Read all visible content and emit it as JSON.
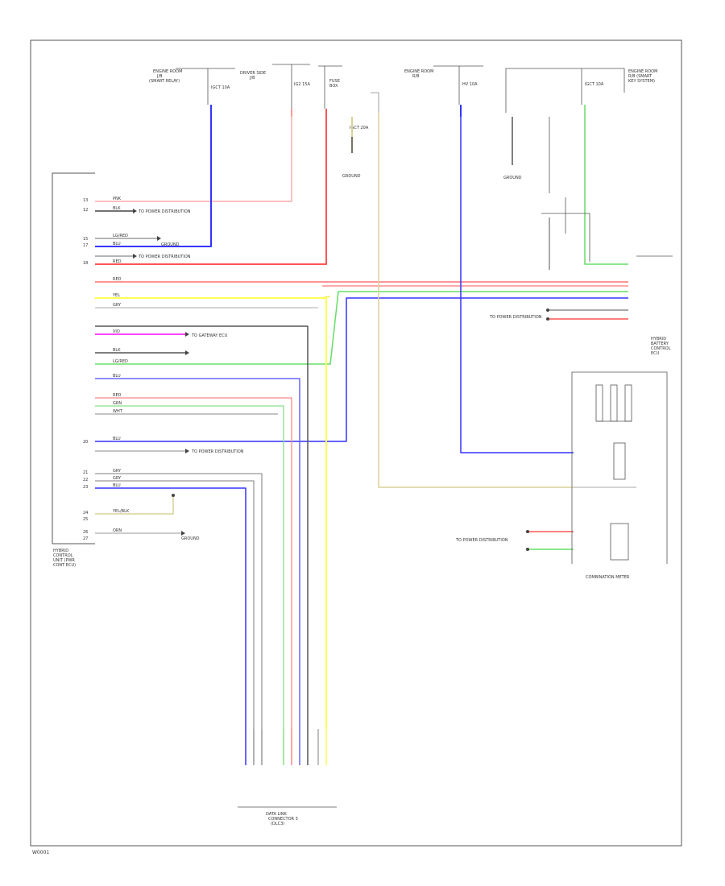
{
  "footer_code": "W0001",
  "ecu": {
    "name_lines": [
      "HYBRID",
      "CONTROL",
      "UNIT (PWR",
      "CONT ECU)"
    ],
    "pins_top": [
      {
        "pin": "13",
        "wire": "PNK"
      },
      {
        "pin": "12",
        "wire": "BLK"
      },
      {
        "pin": "15",
        "wire": "LG/RED"
      },
      {
        "pin": "17",
        "wire": "BLU"
      },
      {
        "pin": "18",
        "wire": "RED"
      }
    ],
    "pins_bottom": [
      "20",
      "21",
      "22",
      "23",
      "24",
      "25",
      "26",
      "27"
    ]
  },
  "top_fuses": [
    "IGCT 10A",
    "IG2 15A",
    "HV 10A",
    "IGCT 20A",
    "IGCT 10A"
  ],
  "top_components": [
    [
      "ENGINE ROOM",
      "J/B",
      "(SMART RELAY)"
    ],
    [
      "DRIVER SIDE",
      "J/B"
    ],
    [
      "FUSE",
      "BOX"
    ],
    [
      "ENGINE ROOM",
      "R/B"
    ],
    [
      "ENGINE ROOM",
      "R/B (SMART",
      "KEY SYSTEM)"
    ]
  ],
  "wire_colors": [
    "PNK",
    "BLU",
    "RED",
    "LG/RED",
    "YEL",
    "GRY",
    "VIO",
    "BLK",
    "WHT",
    "ORN",
    "GRN",
    "YEL/BLK"
  ],
  "grounds": [
    "GROUND",
    "GROUND",
    "GROUND",
    "GROUND"
  ],
  "labels": {
    "hybrid_batt": [
      "HYBRID",
      "BATTERY",
      "CONTROL",
      "ECU"
    ],
    "combination_meter": "COMBINATION METER",
    "data_link": [
      "DATA LINK",
      "CONNECTOR 3",
      "(DLC3)"
    ],
    "right_conn": "TO POWER DISTRIBUTION",
    "left_conn": "TO POWER DISTRIBUTION",
    "mid_conn": "TO GATEWAY ECU"
  },
  "colors": {
    "red": "#ff5555",
    "pink": "#ffaaaa",
    "blue": "#3333ff",
    "green": "#66dd66",
    "yellow": "#ffff55",
    "khaki": "#d8d29a",
    "magenta": "#ff44ff",
    "gray": "#888888",
    "dark": "#444444",
    "light_blue": "#aaaaff"
  }
}
